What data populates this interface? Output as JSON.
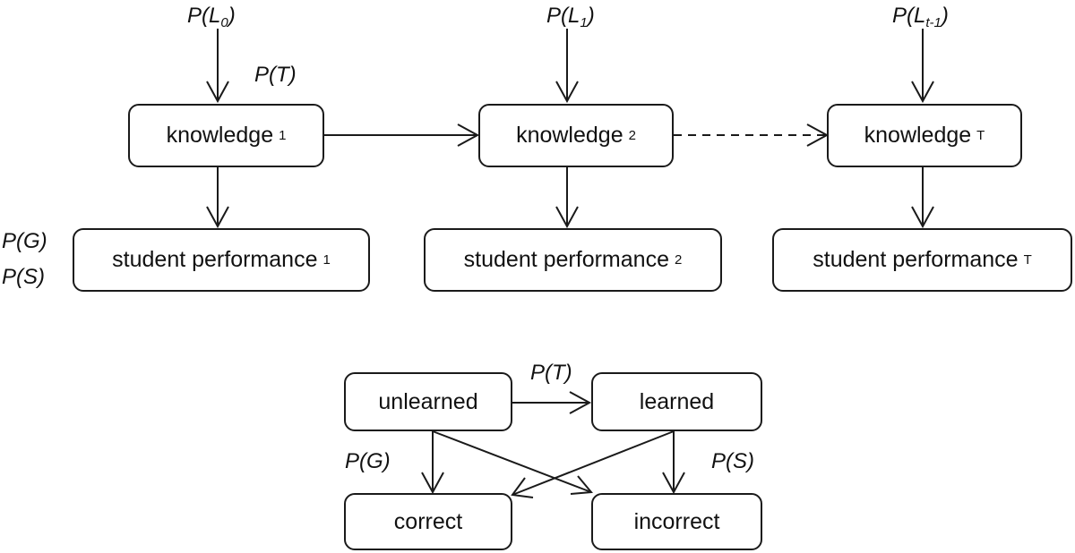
{
  "top_diagram": {
    "priors": [
      "P(L",
      "P(L",
      "P(L"
    ],
    "prior_subs": [
      "0",
      "1",
      "t-1"
    ],
    "prior_close": ")",
    "transit_label": "P(T)",
    "guess_label": "P(G)",
    "slip_label": "P(S)",
    "knowledge": [
      {
        "text": "knowledge",
        "sub": "1"
      },
      {
        "text": "knowledge",
        "sub": "2"
      },
      {
        "text": "knowledge",
        "sub": "T"
      }
    ],
    "performance": [
      {
        "text": "student performance",
        "sub": "1"
      },
      {
        "text": "student performance",
        "sub": "2"
      },
      {
        "text": "student performance",
        "sub": "T"
      }
    ]
  },
  "bottom_diagram": {
    "unlearned": "unlearned",
    "learned": "learned",
    "correct": "correct",
    "incorrect": "incorrect",
    "transit_label": "P(T)",
    "guess_label": "P(G)",
    "slip_label": "P(S)"
  }
}
